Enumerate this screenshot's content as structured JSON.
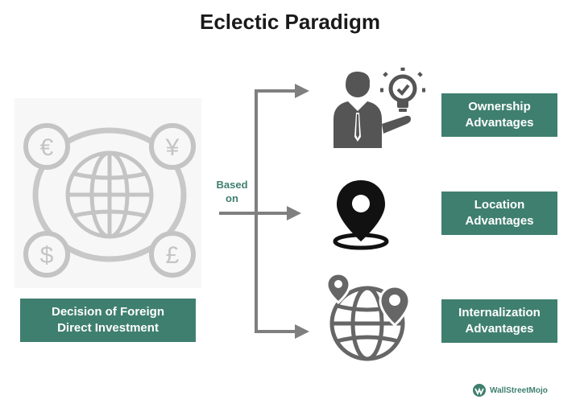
{
  "title": "Eclectic Paradigm",
  "decision": {
    "line1": "Decision of Foreign",
    "line2": "Direct Investment"
  },
  "connector_label": {
    "line1": "Based",
    "line2": "on"
  },
  "advantages": [
    {
      "line1": "Ownership",
      "line2": "Advantages",
      "icon": "businessman-idea-icon"
    },
    {
      "line1": "Location",
      "line2": "Advantages",
      "icon": "location-pin-icon"
    },
    {
      "line1": "Internalization",
      "line2": "Advantages",
      "icon": "globe-pins-icon"
    }
  ],
  "currency_symbols": [
    "€",
    "¥",
    "$",
    "£"
  ],
  "logo": "WallStreetMojo",
  "colors": {
    "accent_green": "#3f7f6f",
    "arrow_gray": "#7f7f7f",
    "icon_dark": "#555555",
    "outline_gray": "#c8c8c8"
  }
}
